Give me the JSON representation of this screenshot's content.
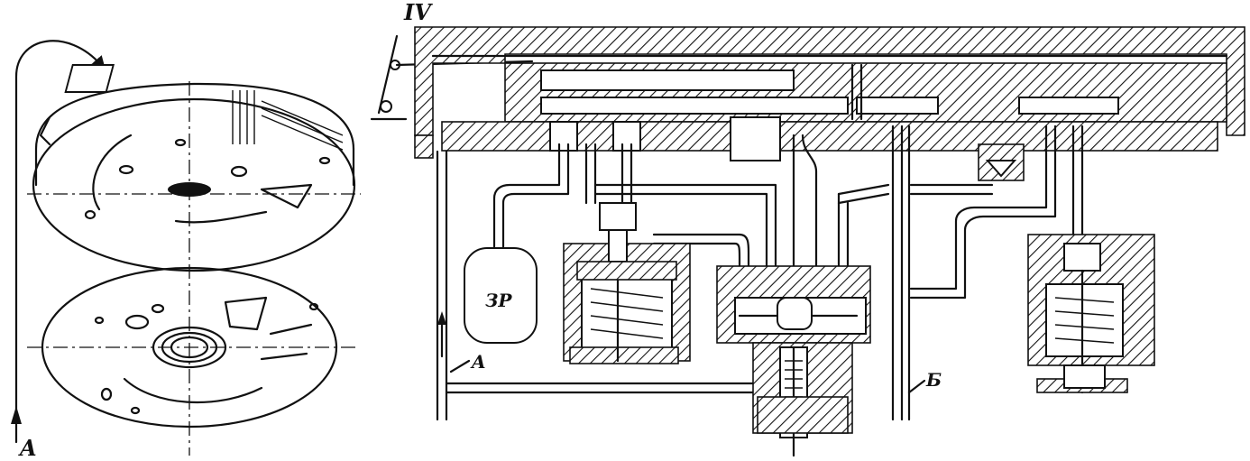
{
  "labels": {
    "roman_numeral": "IV",
    "flow_a_left": "A",
    "flow_a_right": "A",
    "flow_b": "Б",
    "reservoir": "ЗР"
  },
  "colors": {
    "ink": "#111111",
    "paper": "#ffffff"
  },
  "icons": {
    "rotation_arrow": "curved-arrow",
    "flow_arrow": "up-arrow"
  }
}
